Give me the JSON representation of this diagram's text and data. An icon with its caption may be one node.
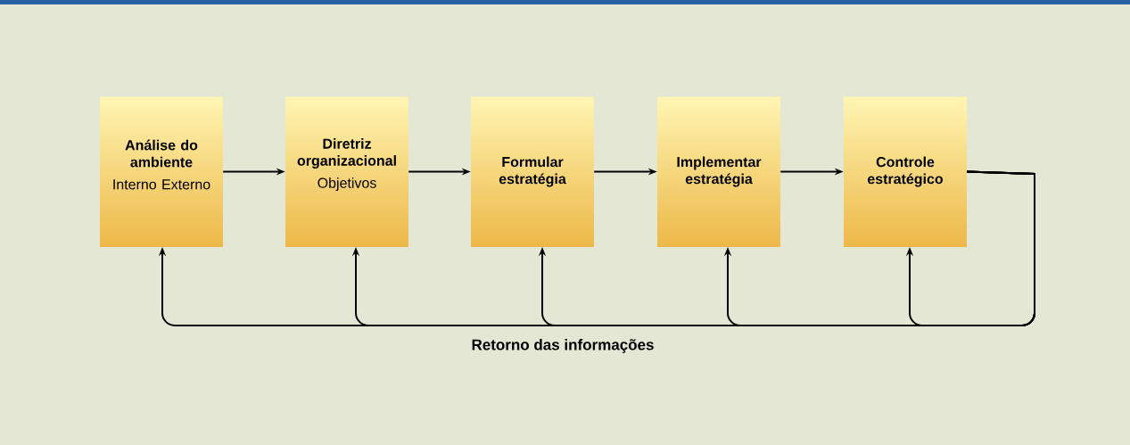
{
  "diagram": {
    "nodes": [
      {
        "text": [
          "Análise do ambiente",
          "Interno Externo"
        ]
      },
      {
        "text": [
          "Diretriz organizacional",
          "Objetivos"
        ]
      },
      {
        "text": [
          "Formular estratégia"
        ]
      },
      {
        "text": [
          "Implementar estratégia"
        ]
      },
      {
        "text": [
          "Controle estratégico"
        ]
      }
    ],
    "edges": [
      {
        "from": 0,
        "to": 1,
        "arrow": "to"
      },
      {
        "from": 1,
        "to": 2,
        "arrow": "to"
      },
      {
        "from": 2,
        "to": 3,
        "arrow": "to"
      },
      {
        "from": 3,
        "to": 4,
        "arrow": "to"
      },
      {
        "from": 4,
        "to": 0,
        "arrow": "to"
      },
      {
        "from": 4,
        "to": 1,
        "arrow": "to"
      },
      {
        "from": 4,
        "to": 2,
        "arrow": "to"
      },
      {
        "from": 4,
        "to": 3,
        "arrow": "to"
      },
      {
        "from": 4,
        "to": 4,
        "arrow": "to"
      }
    ],
    "labels": [
      "Retorno das informações"
    ]
  }
}
